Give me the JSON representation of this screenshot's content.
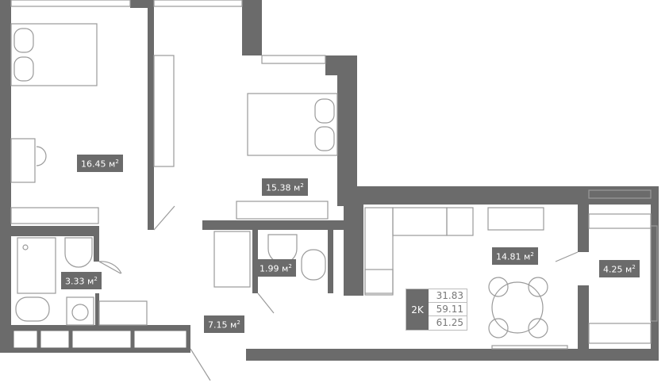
{
  "apartment": {
    "type_badge": "2K",
    "areas": [
      "31.83",
      "59.11",
      "61.25"
    ]
  },
  "rooms": [
    {
      "name": "bedroom-1",
      "area": "16.45",
      "unit": "м",
      "sup": "2"
    },
    {
      "name": "bedroom-2",
      "area": "15.38",
      "unit": "м",
      "sup": "2"
    },
    {
      "name": "bathroom",
      "area": "3.33",
      "unit": "м",
      "sup": "2"
    },
    {
      "name": "toilet",
      "area": "1.99",
      "unit": "м",
      "sup": "2"
    },
    {
      "name": "hallway",
      "area": "7.15",
      "unit": "м",
      "sup": "2"
    },
    {
      "name": "kitchen-living",
      "area": "14.81",
      "unit": "м",
      "sup": "2"
    },
    {
      "name": "balcony",
      "area": "4.25",
      "unit": "м",
      "sup": "2"
    }
  ],
  "colors": {
    "wall": "#6b6b6b",
    "furniture": "#9a9a9a"
  }
}
